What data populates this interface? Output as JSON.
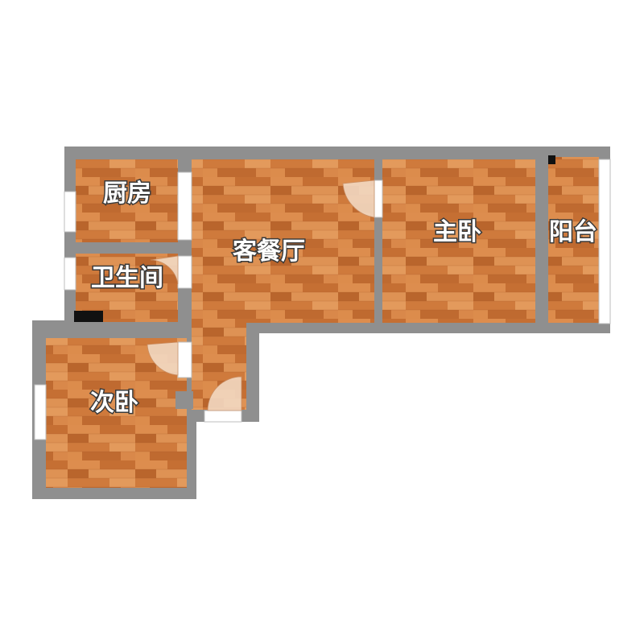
{
  "rooms": {
    "kitchen": "厨房",
    "bathroom": "卫生间",
    "living_dining": "客餐厅",
    "master_bedroom": "主卧",
    "balcony": "阳台",
    "second_bedroom": "次卧"
  },
  "colors": {
    "wall": "#8f8f8f",
    "floor_light": "#d98a4a",
    "floor_dark": "#b9652c",
    "label_fill": "#ffffff",
    "label_stroke": "#3a3a3a"
  }
}
